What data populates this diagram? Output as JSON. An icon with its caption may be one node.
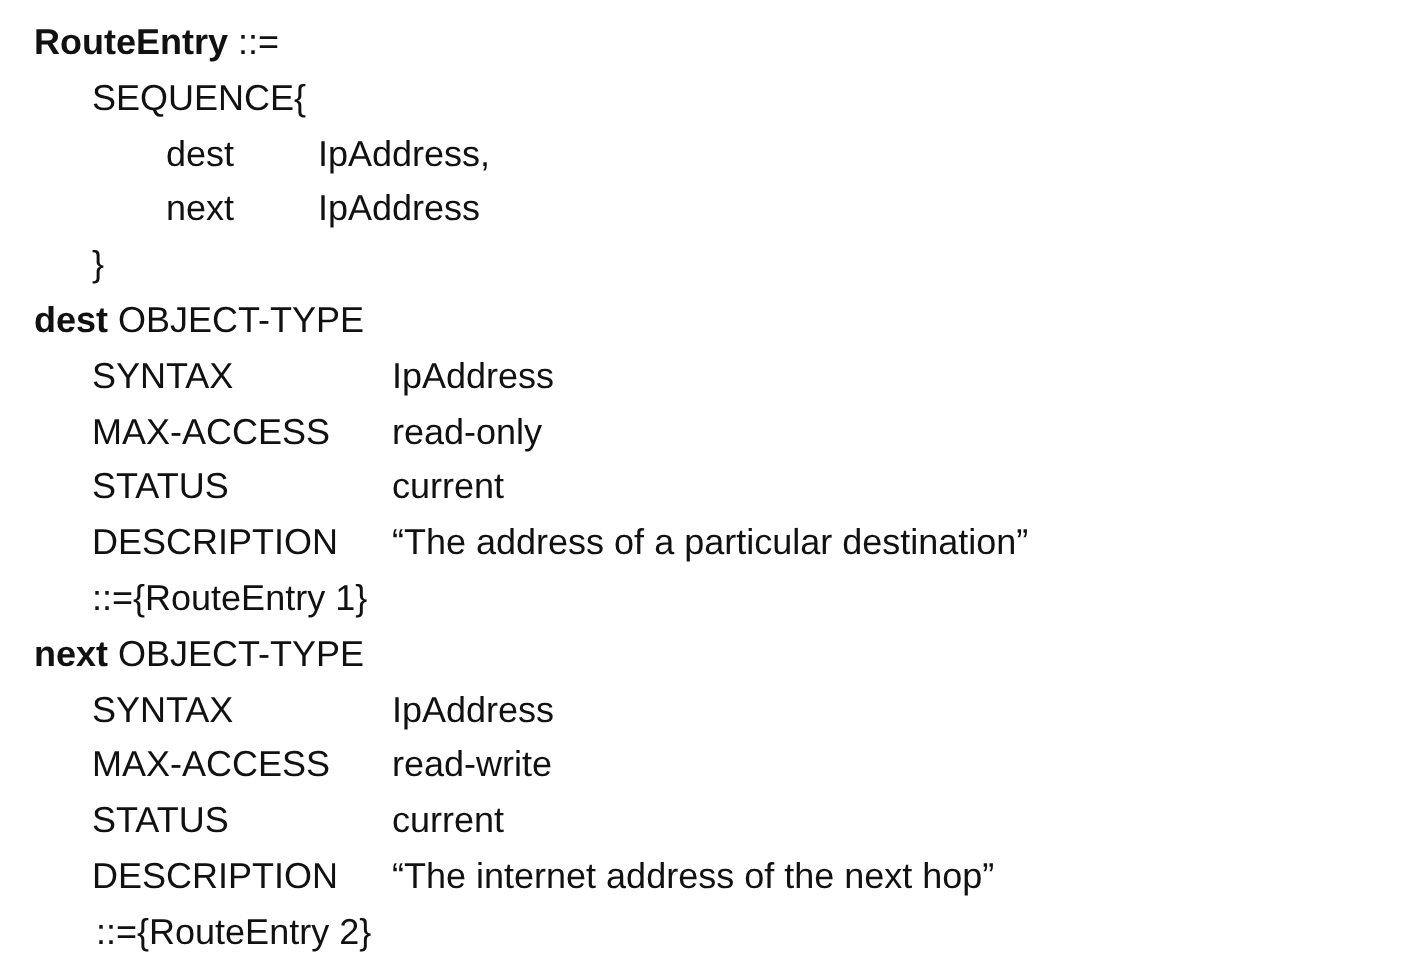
{
  "diagram": {
    "labels": [
      "**RouteEntry** ::=",
      "SEQUENCE{",
      "dest",
      "IpAddress,",
      "next",
      "IpAddress",
      "}",
      "**dest** OBJECT-TYPE",
      "SYNTAX",
      "IpAddress",
      "MAX-ACCESS",
      "read-only",
      "STATUS",
      "current",
      "DESCRIPTION",
      "“The address of a particular destination”",
      "::={RouteEntry 1}",
      "**next** OBJECT-TYPE",
      "SYNTAX",
      "IpAddress",
      "MAX-ACCESS",
      "read-write",
      "STATUS",
      "current",
      "DESCRIPTION",
      "“The internet address of the next hop”",
      "::={RouteEntry 2}"
    ]
  }
}
